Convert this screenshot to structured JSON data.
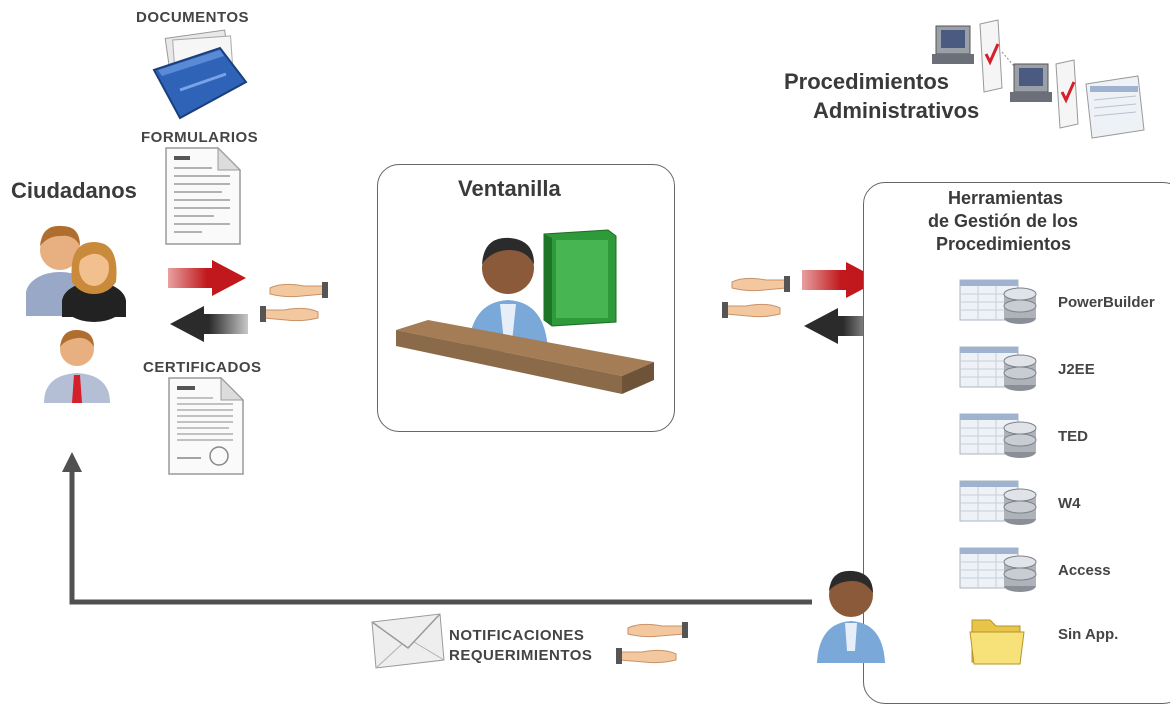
{
  "labels": {
    "documentos": "DOCUMENTOS",
    "formularios": "FORMULARIOS",
    "certificados": "CERTIFICADOS",
    "ciudadanos": "Ciudadanos",
    "ventanilla": "Ventanilla",
    "procedimientos_line1": "Procedimientos",
    "procedimientos_line2": "Administrativos",
    "herramientas_line1": "Herramientas",
    "herramientas_line2": "de Gestión de los",
    "herramientas_line3": "Procedimientos",
    "notificaciones": "NOTIFICACIONES",
    "requerimientos": "REQUERIMIENTOS"
  },
  "tools": [
    {
      "label": "PowerBuilder",
      "icon": "database-table-icon"
    },
    {
      "label": "J2EE",
      "icon": "database-table-icon"
    },
    {
      "label": "TED",
      "icon": "database-table-icon"
    },
    {
      "label": "W4",
      "icon": "database-table-icon"
    },
    {
      "label": "Access",
      "icon": "database-table-icon"
    },
    {
      "label": "Sin App.",
      "icon": "folder-icon"
    }
  ],
  "colors": {
    "arrow_red": "#c0181c",
    "arrow_dark": "#2b2b2b",
    "flow_line": "#505050",
    "folder_blue": "#2e63b8",
    "book_green": "#2f9a3a",
    "desk_brown": "#8a6a48"
  }
}
